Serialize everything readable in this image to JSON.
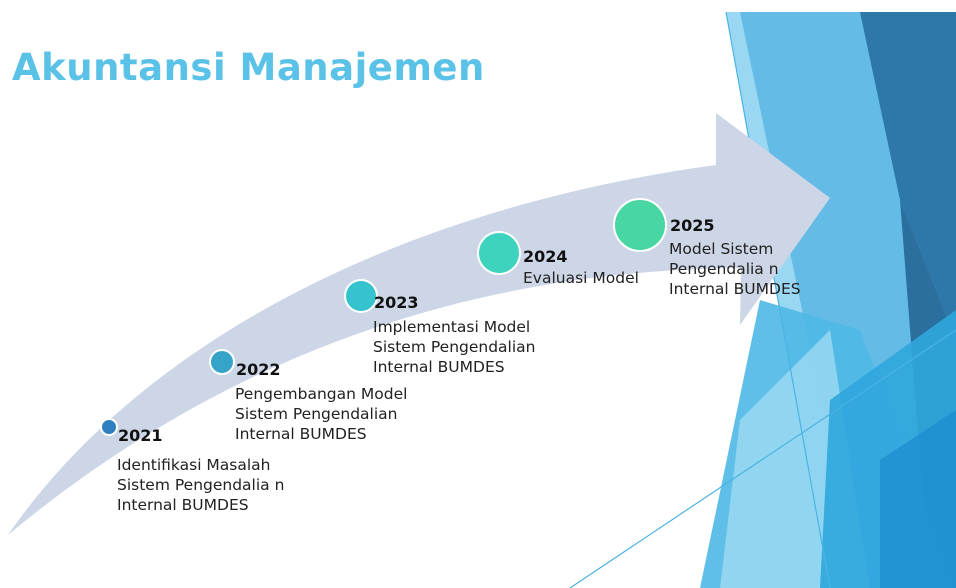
{
  "title": "Akuntansi Manajemen",
  "colors": {
    "title": "#5bc2e7",
    "arrow": "#ccd6e6",
    "dot_2021": "#2e7fbf",
    "dot_2022": "#36a3c9",
    "dot_2023": "#35c3d0",
    "dot_2024": "#3dd3bd",
    "dot_2025": "#48d6a3"
  },
  "timeline": [
    {
      "year": "2021",
      "lines": [
        "Identifikasi Masalah",
        "Sistem Pengendalia n",
        "Internal BUMDES"
      ]
    },
    {
      "year": "2022",
      "lines": [
        "Pengembangan Model",
        "Sistem Pengendalian",
        "Internal BUMDES"
      ]
    },
    {
      "year": "2023",
      "lines": [
        "Implementasi Model",
        "Sistem Pengendalian",
        "Internal BUMDES"
      ]
    },
    {
      "year": "2024",
      "lines": [
        "Evaluasi Model"
      ]
    },
    {
      "year": "2025",
      "lines": [
        "Model Sistem",
        "Pengendalia n",
        "Internal BUMDES"
      ]
    }
  ]
}
